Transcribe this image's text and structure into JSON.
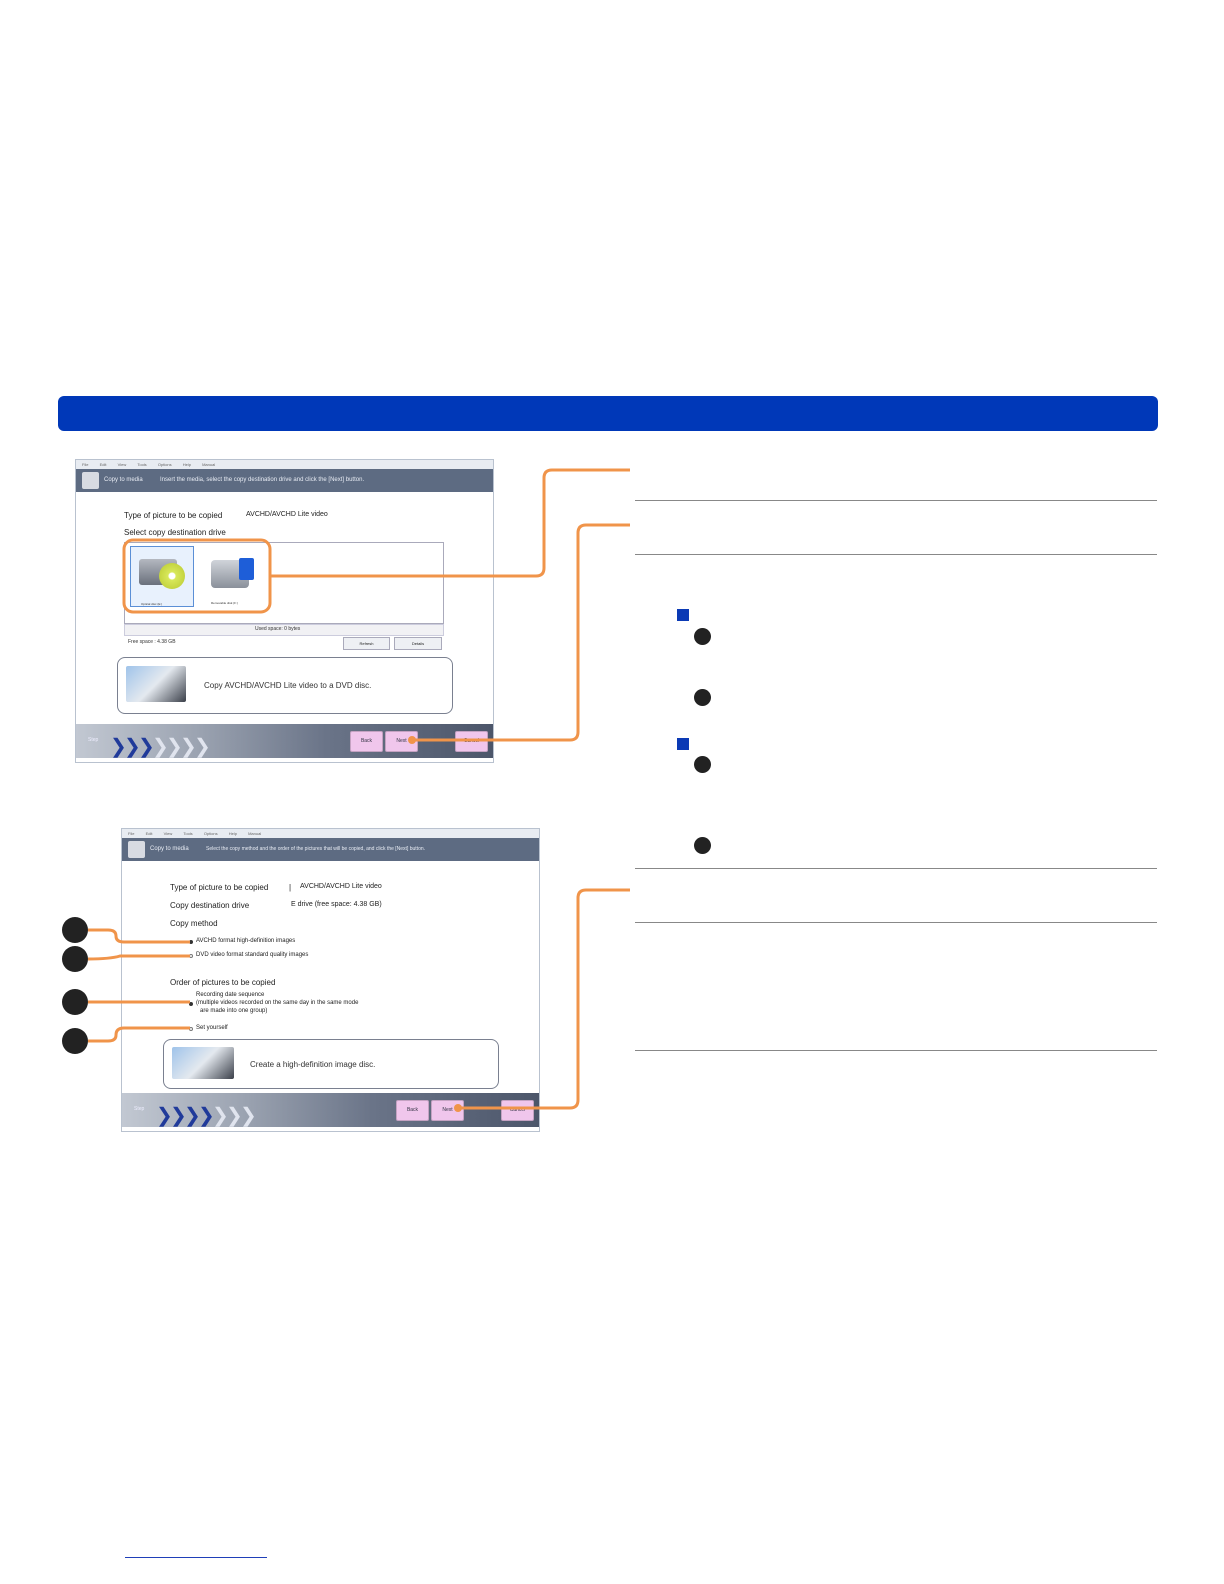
{
  "colors": {
    "accent_blue": "#0038b8",
    "callout_orange": "#f0944a",
    "button_pink": "#f0c6ec"
  },
  "window1": {
    "menu": [
      "File",
      "Edit",
      "View",
      "Tools",
      "Options",
      "Help",
      "Manual"
    ],
    "app_name": "Copy to media",
    "instruction": "Insert the media, select the copy destination drive and click the [Next] button.",
    "type_label": "Type of picture to be copied",
    "type_value": "AVCHD/AVCHD Lite video",
    "select_drive_label": "Select copy destination drive",
    "drive1_label": "Optical disc (E:)",
    "drive2_label": "Removable disk (F:)",
    "used_space": "Used space: 0 bytes",
    "free_space": "Free space :  4.38 GB",
    "refresh_label": "Refresh",
    "details_label": "Details",
    "message": "Copy AVCHD/AVCHD Lite video to a DVD disc.",
    "step_label": "Step",
    "back_label": "Back",
    "next_label": "Next",
    "cancel_label": "Cancel"
  },
  "window2": {
    "menu": [
      "File",
      "Edit",
      "View",
      "Tools",
      "Options",
      "Help",
      "Manual"
    ],
    "app_name": "Copy to media",
    "instruction": "Select the copy method and the order of the pictures that will be copied, and click the [Next] button.",
    "type_label": "Type of picture to be copied",
    "type_value": "AVCHD/AVCHD Lite video",
    "dest_label": "Copy destination drive",
    "dest_value": "E drive (free space: 4.38 GB)",
    "copy_method_label": "Copy method",
    "method1": "AVCHD format high-definition images",
    "method2": "DVD video format standard quality images",
    "order_label": "Order of pictures to be copied",
    "order1_line1": "Recording date sequence",
    "order1_line2": "(multiple videos recorded on the same day in the same mode",
    "order1_line3": "are made into one group)",
    "order2": "Set yourself",
    "message": "Create a high-definition image disc.",
    "step_label": "Step",
    "back_label": "Back",
    "next_label": "Next",
    "cancel_label": "Cancel"
  }
}
